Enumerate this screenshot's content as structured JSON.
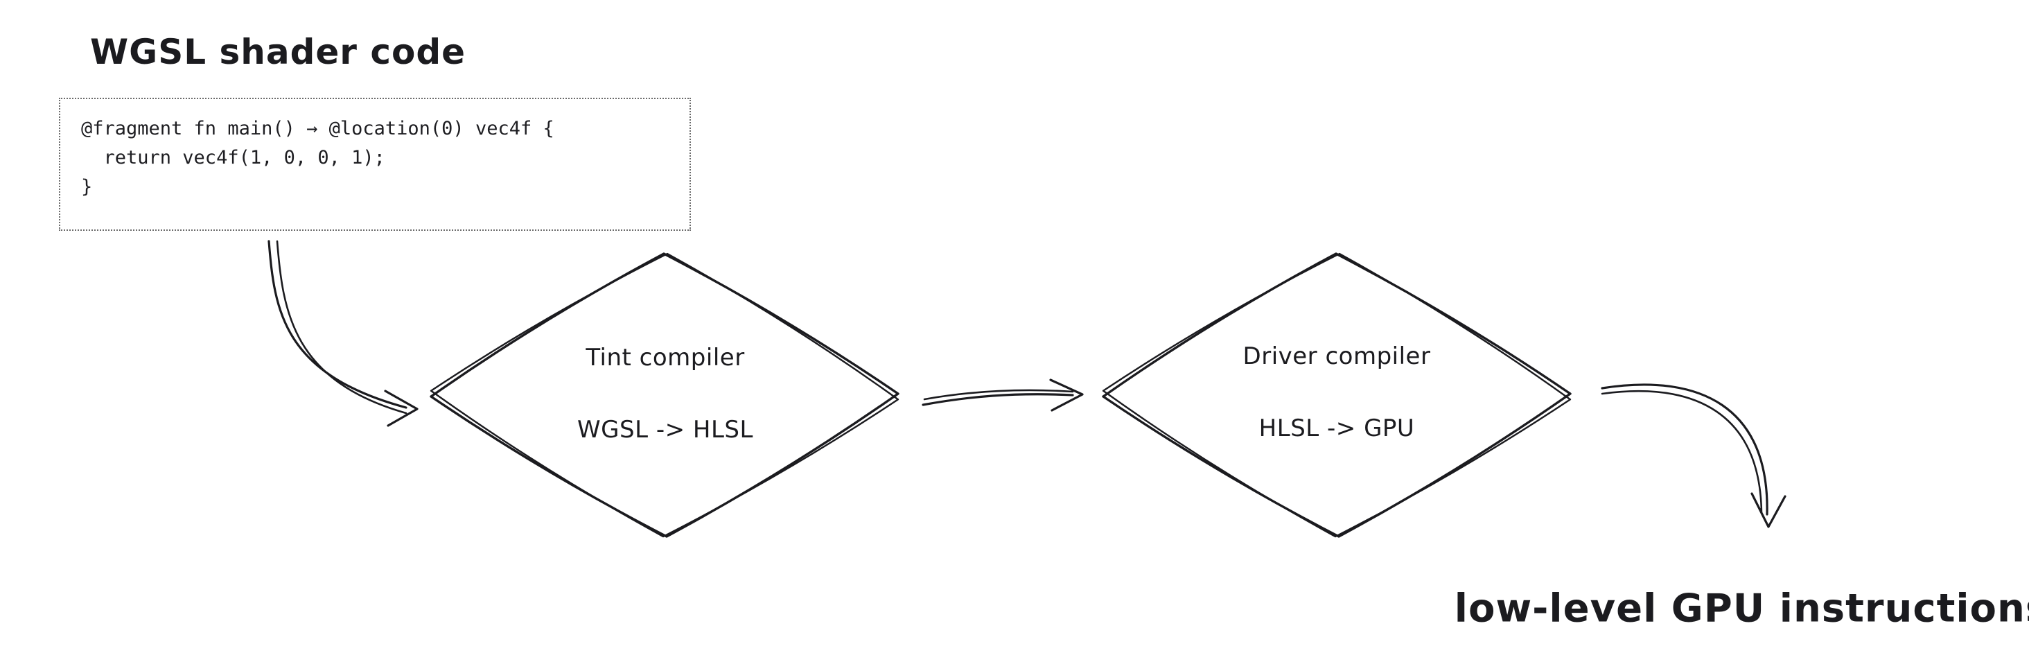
{
  "colors": {
    "ink": "#1b1b1f",
    "background": "#ffffff",
    "code_border": "#6b6b6b"
  },
  "header": {
    "title": "WGSL shader code"
  },
  "code_box": {
    "lines": [
      "@fragment fn main() → @location(0) vec4f {",
      "  return vec4f(1, 0, 0, 1);",
      "}"
    ]
  },
  "nodes": [
    {
      "title": "Tint compiler",
      "subtitle": "WGSL -> HLSL"
    },
    {
      "title": "Driver compiler",
      "subtitle": "HLSL -> GPU"
    }
  ],
  "output": {
    "label": "low-level GPU instructions"
  }
}
